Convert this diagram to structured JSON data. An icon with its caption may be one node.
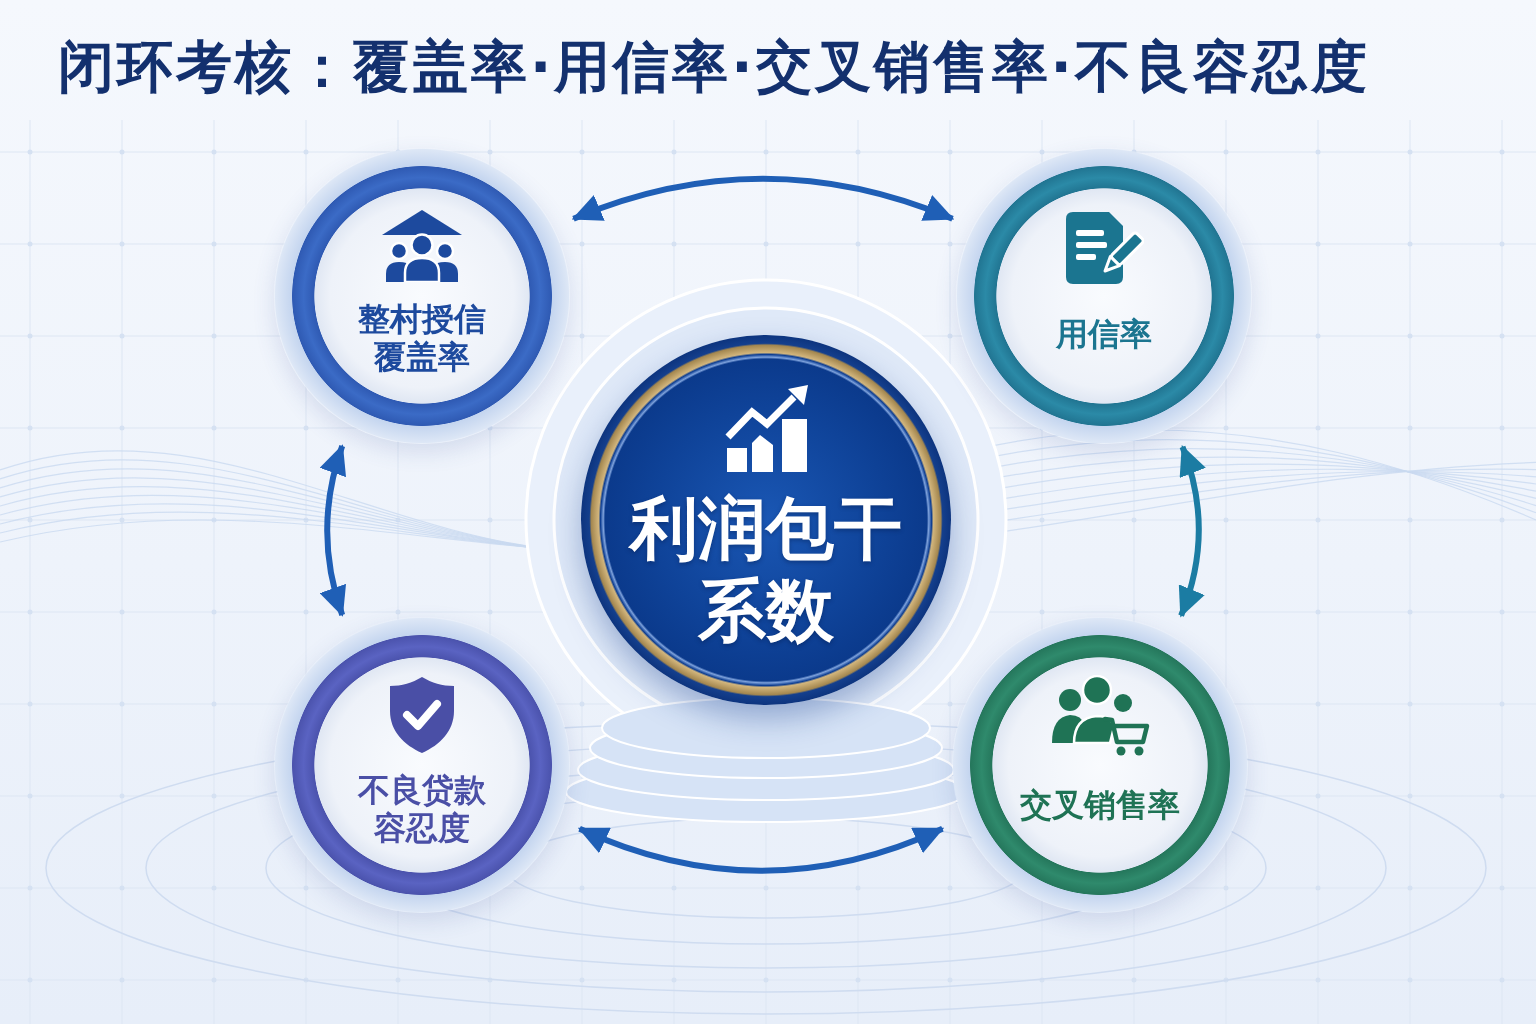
{
  "diagram": {
    "title": "闭环考核：覆盖率·用信率·交叉销售率·不良容忍度",
    "nodes": [
      {
        "text": [
          "整村授信覆盖率"
        ]
      },
      {
        "text": [
          "用信率"
        ]
      },
      {
        "text": [
          "利润包干系数"
        ]
      },
      {
        "text": [
          "不良贷款容忍度"
        ]
      },
      {
        "text": [
          "交叉销售率"
        ]
      }
    ],
    "edges": [
      {
        "from": 0,
        "to": 1,
        "arrow": "both"
      },
      {
        "from": 1,
        "to": 4,
        "arrow": "both",
        "color": "#1b7ca3"
      },
      {
        "from": 3,
        "to": 4,
        "arrow": "both"
      },
      {
        "from": 0,
        "to": 3,
        "arrow": "both"
      }
    ]
  }
}
